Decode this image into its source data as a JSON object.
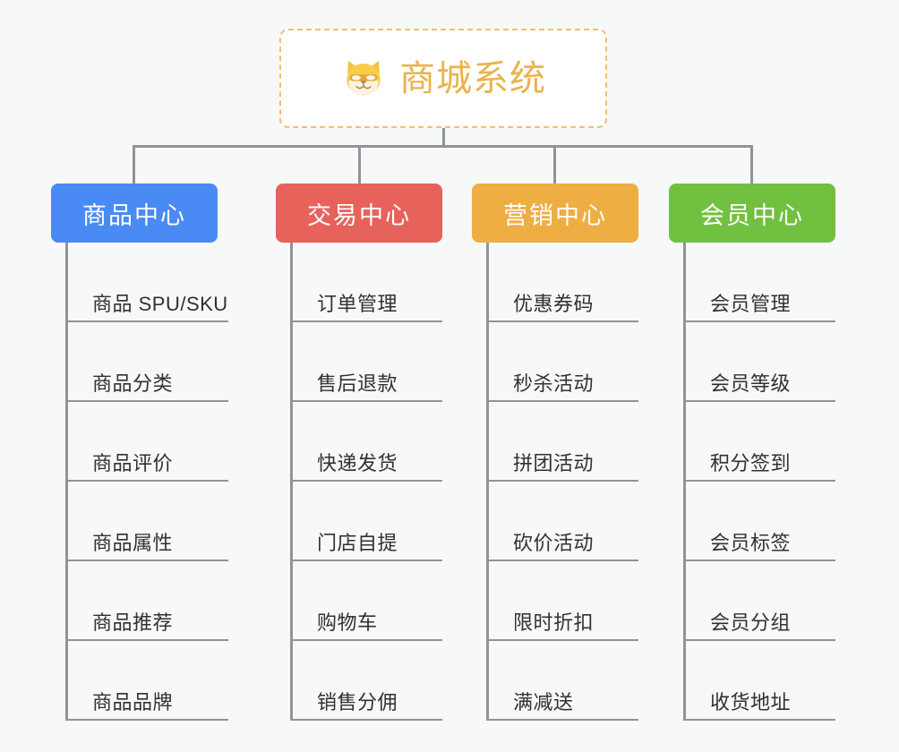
{
  "page": {
    "background_color": "#f7f8f8",
    "type": "mindmap"
  },
  "root": {
    "title": "商城系统",
    "icon": "shiba-dog-emoji",
    "title_color": "#e9b34d",
    "border_color": "#f0c070",
    "background_color": "#ffffff"
  },
  "connector": {
    "color": "#909399"
  },
  "branches": [
    {
      "label": "商品中心",
      "color": "#4a8af4",
      "items": [
        "商品 SPU/SKU",
        "商品分类",
        "商品评价",
        "商品属性",
        "商品推荐",
        "商品品牌"
      ]
    },
    {
      "label": "交易中心",
      "color": "#e8625c",
      "items": [
        "订单管理",
        "售后退款",
        "快递发货",
        "门店自提",
        "购物车",
        "销售分佣"
      ]
    },
    {
      "label": "营销中心",
      "color": "#eeae43",
      "items": [
        "优惠券码",
        "秒杀活动",
        "拼团活动",
        "砍价活动",
        "限时折扣",
        "满减送"
      ]
    },
    {
      "label": "会员中心",
      "color": "#72c040",
      "items": [
        "会员管理",
        "会员等级",
        "积分签到",
        "会员标签",
        "会员分组",
        "收货地址"
      ]
    }
  ]
}
